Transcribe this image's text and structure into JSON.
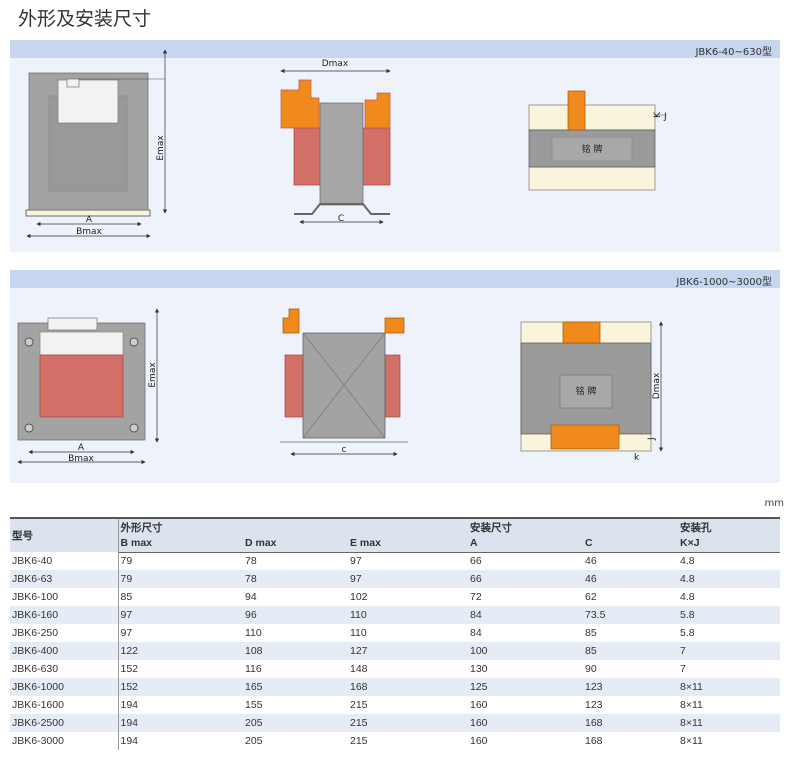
{
  "title": "外形及安装尺寸",
  "panels": [
    {
      "label": "JBK6-40~630型",
      "dims": {
        "dmax": "Dmax",
        "emax": "Emax",
        "a": "A",
        "bmax": "Bmax",
        "c": "C",
        "k": "K",
        "j": "J",
        "plate": "铭 牌"
      }
    },
    {
      "label": "JBK6-1000~3000型",
      "dims": {
        "dmax": "Dmax",
        "emax": "Emax",
        "a": "A",
        "bmax": "Bmax",
        "c": "c",
        "k": "k",
        "j": "J",
        "plate": "铭  牌"
      }
    }
  ],
  "unit": "mm",
  "table": {
    "model_header": "型号",
    "groups": [
      "外形尺寸",
      "安装尺寸",
      "安装孔"
    ],
    "columns": [
      "B max",
      "D max",
      "E max",
      "A",
      "C",
      "K×J"
    ],
    "rows": [
      [
        "JBK6-40",
        "79",
        "78",
        "97",
        "66",
        "46",
        "4.8"
      ],
      [
        "JBK6-63",
        "79",
        "78",
        "97",
        "66",
        "46",
        "4.8"
      ],
      [
        "JBK6-100",
        "85",
        "94",
        "102",
        "72",
        "62",
        "4.8"
      ],
      [
        "JBK6-160",
        "97",
        "96",
        "110",
        "84",
        "73.5",
        "5.8"
      ],
      [
        "JBK6-250",
        "97",
        "110",
        "110",
        "84",
        "85",
        "5.8"
      ],
      [
        "JBK6-400",
        "122",
        "108",
        "127",
        "100",
        "85",
        "7"
      ],
      [
        "JBK6-630",
        "152",
        "116",
        "148",
        "130",
        "90",
        "7"
      ],
      [
        "JBK6-1000",
        "152",
        "165",
        "168",
        "125",
        "123",
        "8×11"
      ],
      [
        "JBK6-1600",
        "194",
        "155",
        "215",
        "160",
        "123",
        "8×11"
      ],
      [
        "JBK6-2500",
        "194",
        "205",
        "215",
        "160",
        "168",
        "8×11"
      ],
      [
        "JBK6-3000",
        "194",
        "205",
        "215",
        "160",
        "168",
        "8×11"
      ]
    ]
  },
  "colors": {
    "core": "#9b9b9b",
    "coil": "#d27068",
    "terminal": "#f08a1c",
    "base": "#fbf4dc"
  }
}
